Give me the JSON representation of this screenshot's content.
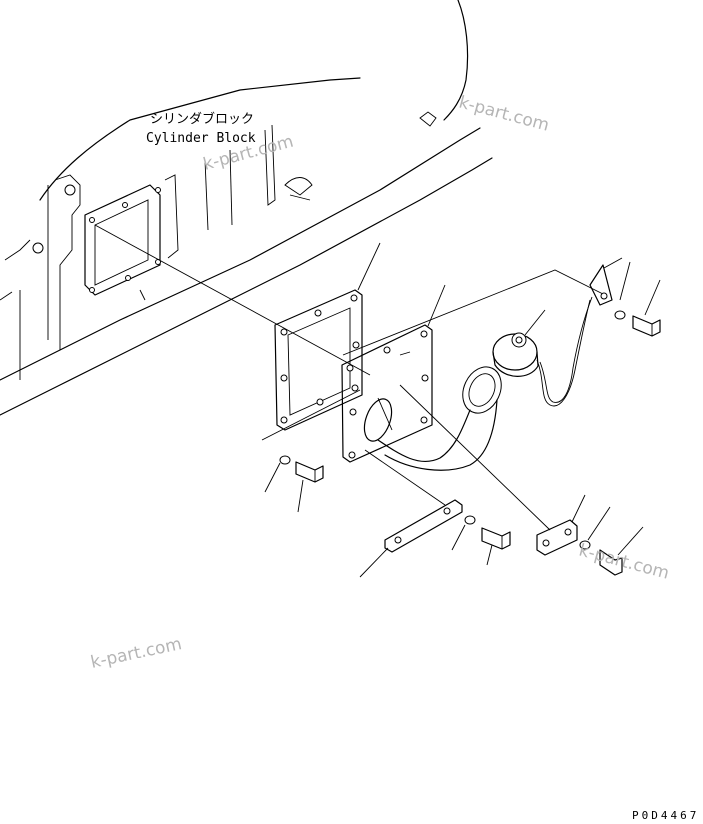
{
  "callout": {
    "label_jp": "シリンダブロック",
    "label_en": "Cylinder Block"
  },
  "watermarks": [
    "k-part.com",
    "k-part.com",
    "k-part.com",
    "k-part.com"
  ],
  "figure_code": "P0D4467"
}
